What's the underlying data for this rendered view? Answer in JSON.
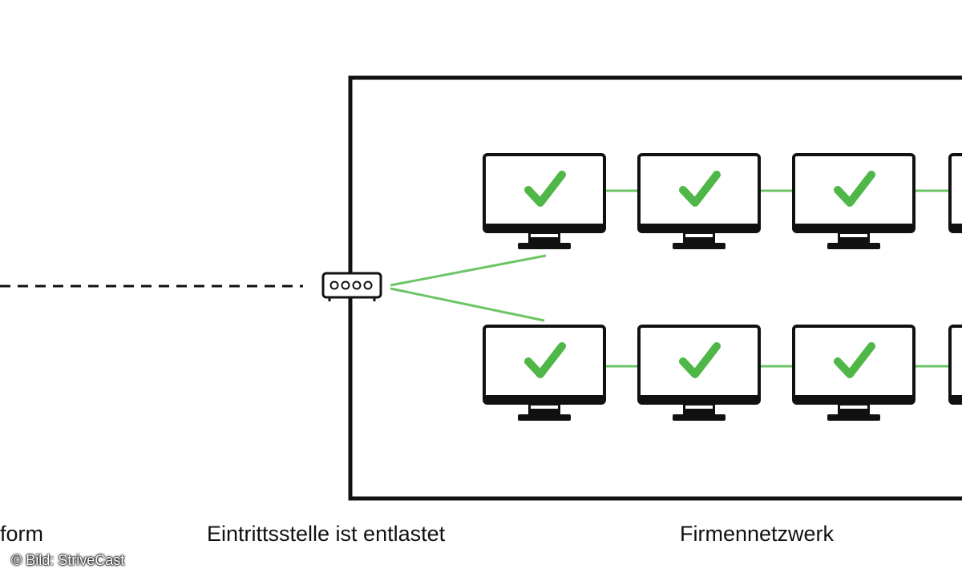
{
  "labels": {
    "left_caption": "form",
    "entry_caption": "Eintrittsstelle ist entlastet",
    "network_caption": "Firmennetzwerk"
  },
  "credit": "© Bild: StriveCast",
  "colors": {
    "outline": "#111111",
    "check": "#4fb748",
    "connection": "#6cc564",
    "background": "#ffffff"
  },
  "icons": {
    "router": "router-icon",
    "computer": "monitor-icon",
    "status": "check-icon"
  },
  "computers": {
    "rows": 2,
    "per_row_visible": 4,
    "status": "ok"
  }
}
